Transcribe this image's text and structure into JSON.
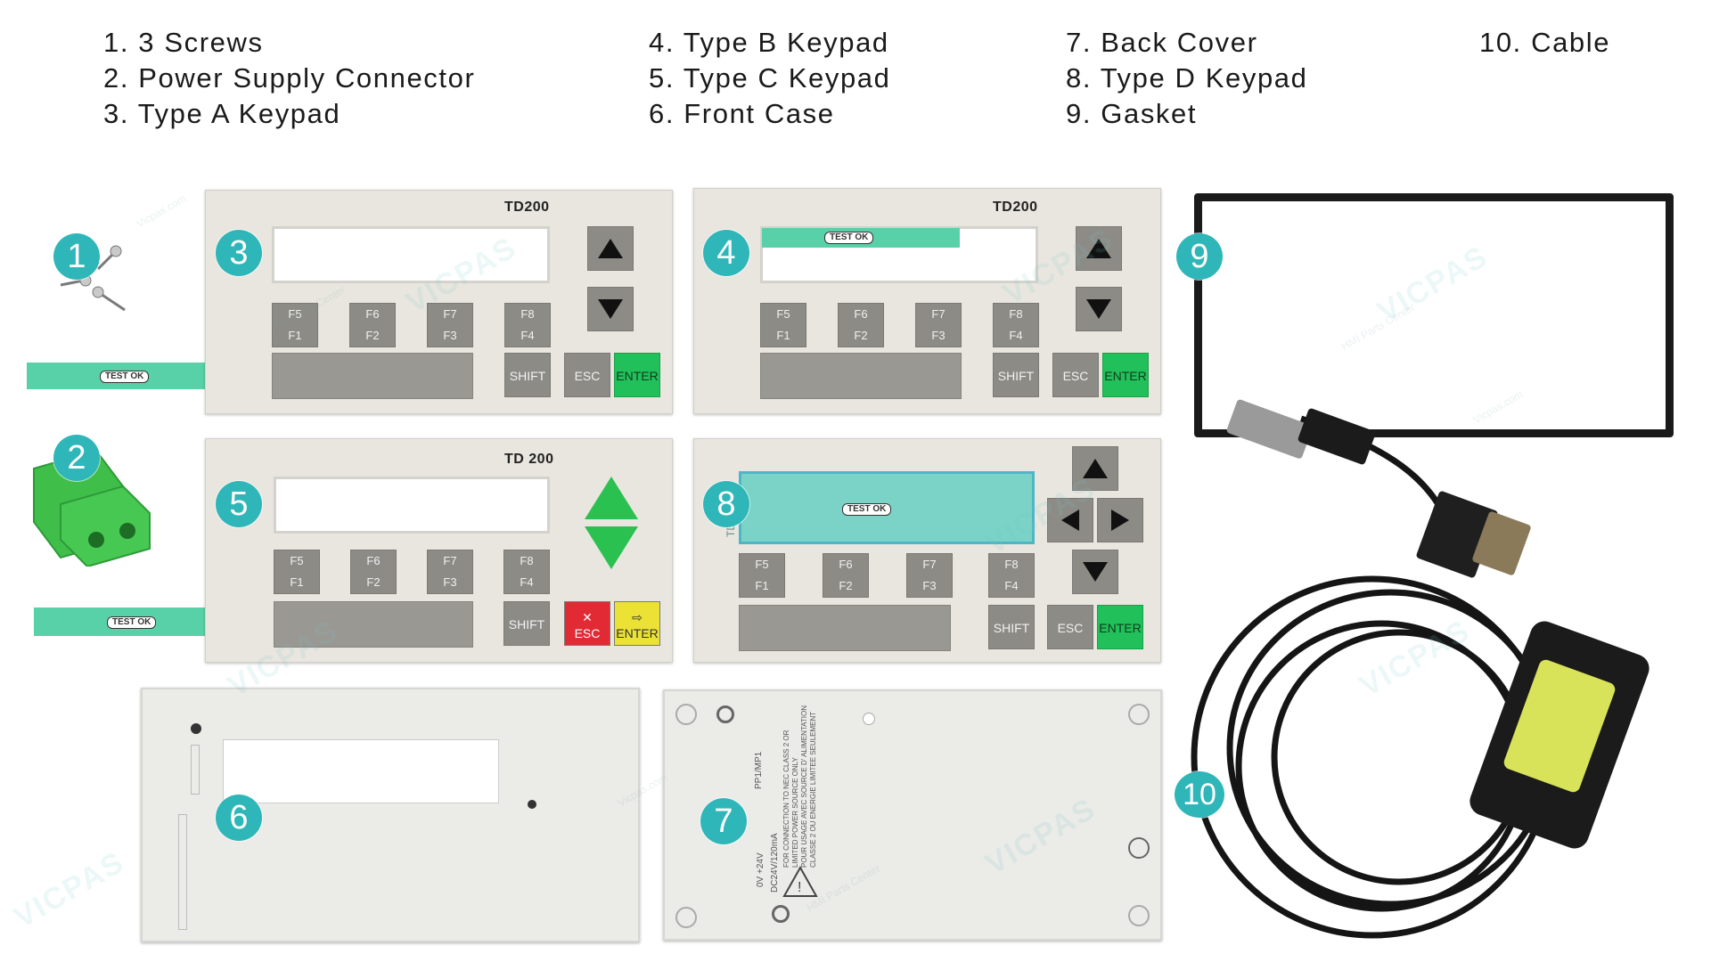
{
  "legend": {
    "col1": [
      "1. 3 Screws",
      "2. Power Supply Connector",
      "3. Type A Keypad"
    ],
    "col2": [
      "4. Type B Keypad",
      "5. Type C Keypad",
      "6. Front Case"
    ],
    "col3": [
      "7. Back Cover",
      "8. Type D Keypad",
      "9. Gasket"
    ],
    "col4": [
      "10. Cable"
    ]
  },
  "badges": [
    "1",
    "2",
    "3",
    "4",
    "5",
    "6",
    "7",
    "8",
    "9",
    "10"
  ],
  "panel_title": "TD200",
  "panel_title_spaced": "TD 200",
  "ribbon_tag": "TEST OK",
  "fkeys": [
    {
      "top": "F5",
      "bottom": "F1"
    },
    {
      "top": "F6",
      "bottom": "F2"
    },
    {
      "top": "F7",
      "bottom": "F3"
    },
    {
      "top": "F8",
      "bottom": "F4"
    }
  ],
  "keys": {
    "shift": "SHIFT",
    "esc": "ESC",
    "enter": "ENTER"
  },
  "back_cover_text": {
    "port": "PP1/MP1",
    "power": "0V  +24V",
    "rating": "DC24V/120mA",
    "notice1": "FOR CONNECTION TO NEC CLASS 2 OR",
    "notice2": "LIMITED POWER SOURCE ONLY",
    "notice3": "POUR USAGE AVEC SOURCE D' ALIMENTATION",
    "notice4": "CLASSE 2 OU ENERGIE LIMITEE SEULEMENT"
  },
  "screen_label": "TD 200C",
  "watermark": {
    "brand": "VICPAS",
    "sub": "HMI Parts Center",
    "site": "Vicpas.com"
  },
  "colors": {
    "badge": "#2fb6b8",
    "enter_green": "#22c05a",
    "esc_red": "#e12a34",
    "enter_yellow": "#ece135",
    "ribbon": "#59d1a8"
  }
}
